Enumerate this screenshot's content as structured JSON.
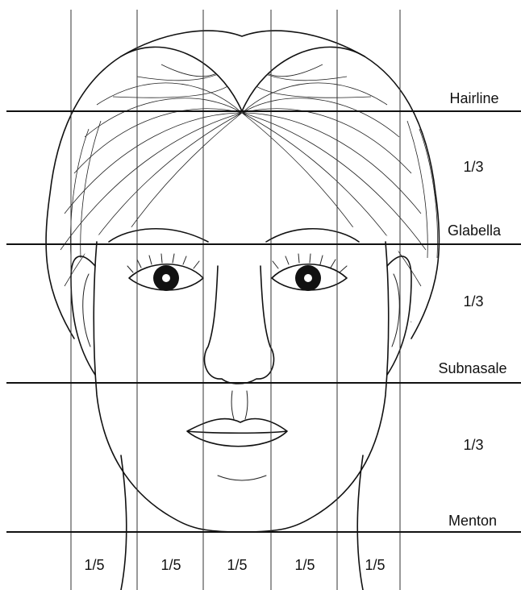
{
  "landmarks": [
    {
      "key": "hairline",
      "label": "Hairline"
    },
    {
      "key": "glabella",
      "label": "Glabella"
    },
    {
      "key": "subnasale",
      "label": "Subnasale"
    },
    {
      "key": "menton",
      "label": "Menton"
    }
  ],
  "vertical_thirds": [
    "1/3",
    "1/3",
    "1/3"
  ],
  "horizontal_fifths": [
    "1/5",
    "1/5",
    "1/5",
    "1/5",
    "1/5"
  ],
  "colors": {
    "ink": "#111111",
    "background": "#ffffff"
  }
}
